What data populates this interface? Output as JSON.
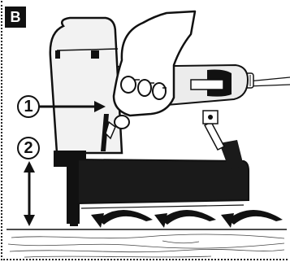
{
  "panel": {
    "badge_label": "B"
  },
  "callouts": [
    {
      "label": "1"
    },
    {
      "label": "2"
    }
  ]
}
